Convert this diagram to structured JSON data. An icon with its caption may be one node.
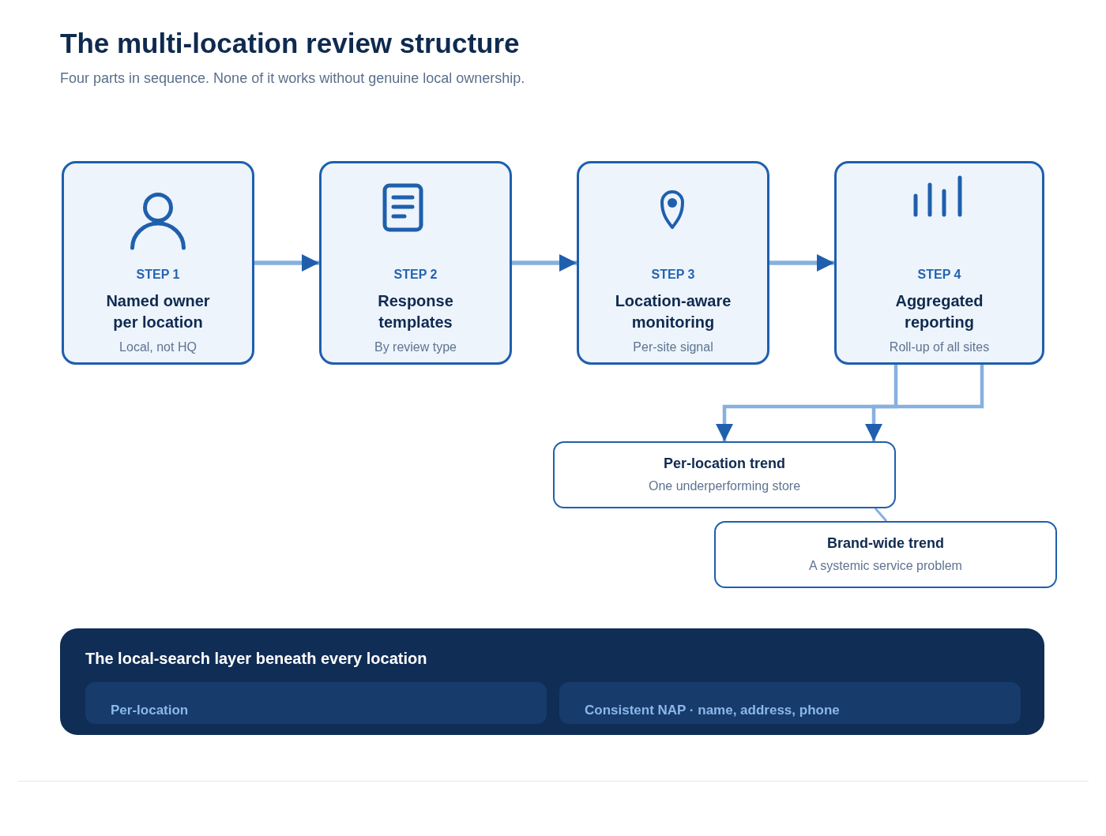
{
  "diagram": {
    "title": "The multi-location review structure",
    "nodes": [
      {
        "text": [
          "STEP 1",
          "Named owner per location",
          "Local, not HQ"
        ]
      },
      {
        "text": [
          "STEP 2",
          "Response templates",
          "By review type"
        ]
      },
      {
        "text": [
          "STEP 3",
          "Location-aware monitoring",
          "Per-site signal"
        ]
      },
      {
        "text": [
          "STEP 4",
          "Aggregated reporting",
          "Roll-up of all sites"
        ]
      },
      {
        "text": [
          "Per-location trend",
          "One underperforming store"
        ]
      },
      {
        "text": [
          "Brand-wide trend",
          "A systemic service problem"
        ]
      },
      {
        "text": [
          "The local-search layer beneath every location"
        ]
      },
      {
        "text": [
          "Per-location"
        ],
        "in": 6
      },
      {
        "text": [
          "Consistent NAP · name, address, phone"
        ],
        "in": 6
      }
    ],
    "edges": [
      {
        "from": 0,
        "to": 1,
        "arrow": "to"
      },
      {
        "from": 1,
        "to": 2,
        "arrow": "to"
      },
      {
        "from": 2,
        "to": 3,
        "arrow": "to"
      },
      {
        "from": 3,
        "to": 4,
        "arrow": "to"
      },
      {
        "from": 3,
        "to": 4,
        "arrow": "to"
      },
      {
        "from": 4,
        "to": 5,
        "arrow": "none"
      }
    ],
    "labels": [
      "Four parts in sequence. None of it works without genuine local ownership."
    ]
  }
}
